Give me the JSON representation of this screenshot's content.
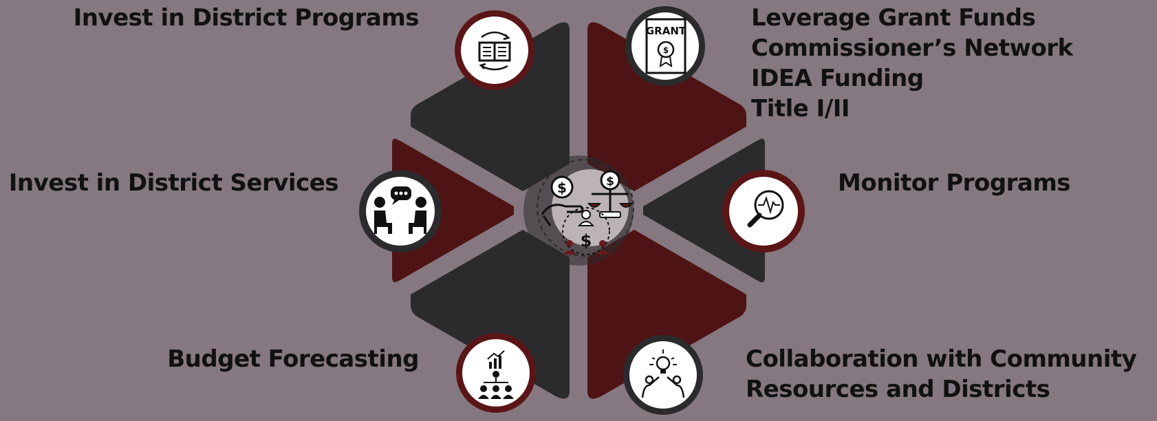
{
  "colors": {
    "background": "#857880",
    "dark_segment": "#2b2a2c",
    "red_segment": "#4e1314",
    "center_fill": "#bcb3b7",
    "icon_ring_red": "#5a1517",
    "icon_ring_dark": "#2b2a2c",
    "text": "#111111"
  },
  "labels": {
    "top_left": [
      "Invest in District Programs"
    ],
    "mid_left": [
      "Invest in District Services"
    ],
    "bottom_left": [
      "Budget Forecasting"
    ],
    "top_right": [
      "Leverage Grant Funds",
      "Commissioner’s Network",
      "IDEA Funding",
      "Title I/II"
    ],
    "mid_right": [
      "Monitor Programs"
    ],
    "bottom_right": [
      "Collaboration with Community",
      "Resources and Districts"
    ]
  },
  "icons": {
    "top_left": "book-exchange-icon",
    "top_right": "grant-certificate-icon",
    "mid_left": "discussion-people-icon",
    "mid_right": "magnifier-pulse-icon",
    "bottom_left": "growth-org-chart-icon",
    "bottom_right": "idea-teamwork-icon",
    "center": "funding-balance-icon"
  },
  "grant_text": "GRANT"
}
